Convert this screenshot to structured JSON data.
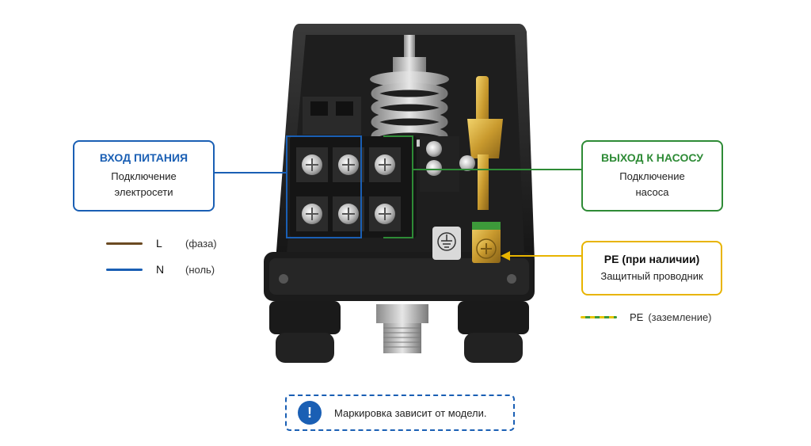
{
  "callouts": {
    "input": {
      "title": "ВХОД ПИТАНИЯ",
      "line1": "Подключение",
      "line2": "электросети",
      "color": "#1a5fb4"
    },
    "output": {
      "title": "ВЫХОД К НАСОСУ",
      "line1": "Подключение",
      "line2": "насоса",
      "color": "#2e8b36"
    },
    "pe": {
      "title": "PE (при наличии)",
      "line1": "Защитный проводник",
      "color": "#e8b400"
    }
  },
  "legend": {
    "L": {
      "letter": "L",
      "meaning": "(фаза)",
      "color": "#6b4a22"
    },
    "N": {
      "letter": "N",
      "meaning": "(ноль)",
      "color": "#1a5fb4"
    },
    "PE": {
      "label": "PE",
      "meaning": "(заземление)"
    }
  },
  "note": {
    "icon": "!",
    "text": "Маркировка зависит от модели."
  },
  "icons": {
    "info": "exclamation-icon",
    "ground": "ground-symbol-icon"
  }
}
